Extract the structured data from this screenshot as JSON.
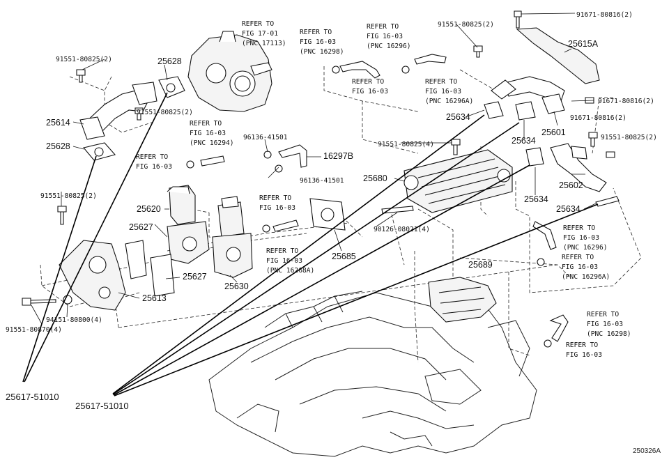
{
  "diagram": {
    "title": "",
    "figure_id": "250326A",
    "callout_part": "25617-51010",
    "labels": {
      "refer_17_01": [
        "REFER TO",
        "FIG 17-01",
        "(PNC 17113)"
      ],
      "refer_16298_top": [
        "REFER TO",
        "FIG 16-03",
        "(PNC 16298)"
      ],
      "refer_16296_top": [
        "REFER TO",
        "FIG 16-03",
        "(PNC 16296)"
      ],
      "refer_top_mid": [
        "REFER TO",
        "FIG 16-03"
      ],
      "refer_16296a_top": [
        "REFER TO",
        "FIG 16-03",
        "(PNC 16296A)"
      ],
      "refer_16294": [
        "REFER TO",
        "FIG 16-03",
        "(PNC 16294)"
      ],
      "refer_left": [
        "REFER TO",
        "FIG 16-03"
      ],
      "refer_mid": [
        "REFER TO",
        "FIG 16-03"
      ],
      "refer_16268a": [
        "REFER TO",
        "FIG 16-03",
        "(PNC 16268A)"
      ],
      "refer_16296_right": [
        "REFER TO",
        "FIG 16-03",
        "(PNC 16296)"
      ],
      "refer_16296a_right": [
        "REFER TO",
        "FIG 16-03",
        "(PNC 16296A)"
      ],
      "refer_16298_right": [
        "REFER TO",
        "FIG 16-03",
        "(PNC 16298)"
      ],
      "refer_bottom_right": [
        "REFER TO",
        "FIG 16-03"
      ],
      "p_91551_80825_a": "91551-80825(2)",
      "p_91551_80825_b": "91551-80825(2)",
      "p_91551_80825_c": "91551-80825(2)",
      "p_91551_80825_d": "91551-80825(2)",
      "p_91551_80825_e": "91551-80825(2)",
      "p_91551_80825_4": "91551-80825(4)",
      "p_91671_80816_a": "91671-80816(2)",
      "p_91671_80816_b": "91671-80816(2)",
      "p_91671_80816_c": "91671-80816(2)",
      "p_96136_41501_a": "96136-41501",
      "p_96136_41501_b": "96136-41501",
      "p_90126_08021": "90126-08021(4)",
      "p_94151_80800": "94151-80800(4)",
      "p_91551_80870": "91551-80870(4)",
      "p_25628_a": "25628",
      "p_25628_b": "25628",
      "p_25614": "25614",
      "p_25615a": "25615A",
      "p_25620": "25620",
      "p_25627_a": "25627",
      "p_25627_b": "25627",
      "p_25613": "25613",
      "p_25630": "25630",
      "p_25685": "25685",
      "p_25680": "25680",
      "p_16297b": "16297B",
      "p_25634_a": "25634",
      "p_25634_b": "25634",
      "p_25634_c": "25634",
      "p_25634_d": "25634",
      "p_25601": "25601",
      "p_25602": "25602",
      "p_25689": "25689",
      "callout_left": "25617-51010",
      "callout_right": "25617-51010"
    }
  }
}
